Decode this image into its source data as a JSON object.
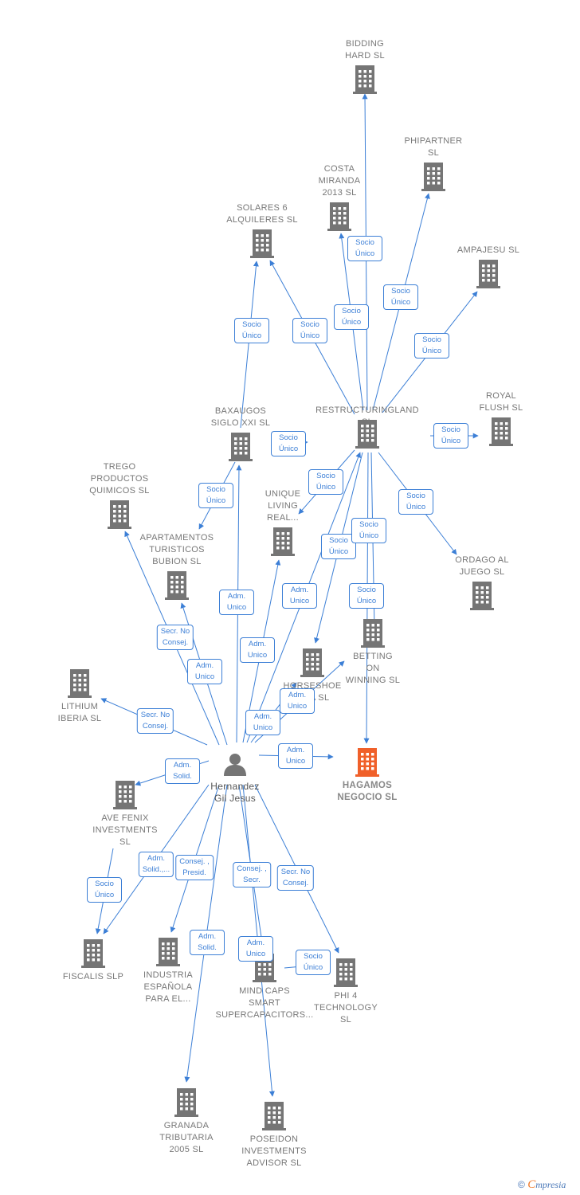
{
  "colors": {
    "edge": "#3c7fd6",
    "node": "#757575",
    "focus": "#f0602a"
  },
  "person": {
    "id": "person",
    "label": "Hernandez\nGil Jesus",
    "icon": "person-icon"
  },
  "nodes": [
    {
      "id": "bidding",
      "label": "BIDDING\nHARD  SL"
    },
    {
      "id": "phipartner",
      "label": "PHIPARTNER\nSL"
    },
    {
      "id": "costa",
      "label": "COSTA\nMIRANDA\n2013  SL"
    },
    {
      "id": "solares",
      "label": "SOLARES 6\nALQUILERES SL"
    },
    {
      "id": "ampajesu",
      "label": "AMPAJESU  SL"
    },
    {
      "id": "royal",
      "label": "ROYAL\nFLUSH  SL"
    },
    {
      "id": "restructuringland",
      "label": "RESTRUCTURINGLAND SL"
    },
    {
      "id": "baxaugos",
      "label": "BAXAUGOS\nSIGLO XXI SL"
    },
    {
      "id": "trego",
      "label": "TREGO\nPRODUCTOS\nQUIMICOS  SL"
    },
    {
      "id": "unique",
      "label": "UNIQUE\nLIVING\nREAL..."
    },
    {
      "id": "apartamentos",
      "label": "APARTAMENTOS\nTURISTICOS\nBUBION SL"
    },
    {
      "id": "ordago",
      "label": "ORDAGO AL\nJUEGO  SL"
    },
    {
      "id": "betting",
      "label": "BETTING\nON\nWINNING  SL"
    },
    {
      "id": "horseshoe",
      "label": "HORSESHOE\n...DA  SL"
    },
    {
      "id": "lithium",
      "label": "LITHIUM\nIBERIA  SL"
    },
    {
      "id": "hagamos",
      "label": "HAGAMOS\nNEGOCIO  SL",
      "focus": true
    },
    {
      "id": "avefenix",
      "label": "AVE FENIX\nINVESTMENTS\nSL"
    },
    {
      "id": "fiscalis",
      "label": "FISCALIS  SLP"
    },
    {
      "id": "industria",
      "label": "INDUSTRIA\nESPAÑOLA\nPARA EL..."
    },
    {
      "id": "mindcaps",
      "label": "MIND CAPS\nSMART\nSUPERCAPACITORS..."
    },
    {
      "id": "phi4",
      "label": "PHI 4\nTECHNOLOGY\nSL"
    },
    {
      "id": "granada",
      "label": "GRANADA\nTRIBUTARIA\n2005 SL"
    },
    {
      "id": "poseidon",
      "label": "POSEIDON\nINVESTMENTS\nADVISOR  SL"
    }
  ],
  "edges": [
    {
      "from": "restructuringland",
      "to": "bidding",
      "label": "Socio\nÚnico"
    },
    {
      "from": "restructuringland",
      "to": "phipartner",
      "label": "Socio\nÚnico"
    },
    {
      "from": "restructuringland",
      "to": "costa",
      "label": "Socio\nÚnico"
    },
    {
      "from": "restructuringland",
      "to": "solares",
      "label": "Socio\nÚnico"
    },
    {
      "from": "restructuringland",
      "to": "ampajesu",
      "label": "Socio\nÚnico"
    },
    {
      "from": "restructuringland",
      "to": "royal",
      "label": "Socio\nÚnico"
    },
    {
      "from": "restructuringland",
      "to": "unique",
      "label": "Socio\nÚnico"
    },
    {
      "from": "restructuringland",
      "to": "ordago",
      "label": "Socio\nÚnico"
    },
    {
      "from": "restructuringland",
      "to": "hagamos",
      "label": "Socio\nÚnico"
    },
    {
      "from": "restructuringland",
      "to": "horseshoe",
      "label": "Socio\nÚnico"
    },
    {
      "from": "restructuringland",
      "to": "betting",
      "label": "Socio\nÚnico"
    },
    {
      "from": "baxaugos",
      "to": "solares",
      "label": "Socio\nÚnico"
    },
    {
      "from": "baxaugos",
      "to": "restructuringland",
      "label": "Socio\nÚnico"
    },
    {
      "from": "baxaugos",
      "to": "apartamentos",
      "label": "Socio\nÚnico"
    },
    {
      "from": "person",
      "to": "baxaugos",
      "label": "Adm.\nUnico"
    },
    {
      "from": "person",
      "to": "unique",
      "label": "Adm.\nUnico"
    },
    {
      "from": "person",
      "to": "restructuringland",
      "label": "Adm.\nUnico"
    },
    {
      "from": "person",
      "to": "trego",
      "label": "Secr.  No\nConsej."
    },
    {
      "from": "person",
      "to": "apartamentos",
      "label": "Adm.\nUnico"
    },
    {
      "from": "person",
      "to": "horseshoe",
      "label": "Adm.\nUnico"
    },
    {
      "from": "person",
      "to": "betting",
      "label": "Adm.\nUnico"
    },
    {
      "from": "person",
      "to": "lithium",
      "label": "Secr.  No\nConsej."
    },
    {
      "from": "person",
      "to": "hagamos",
      "label": "Adm.\nUnico"
    },
    {
      "from": "person",
      "to": "avefenix",
      "label": "Adm.\nSolid."
    },
    {
      "from": "avefenix",
      "to": "fiscalis",
      "label": "Socio\nÚnico"
    },
    {
      "from": "person",
      "to": "fiscalis",
      "label": "Adm.\nSolid.,..."
    },
    {
      "from": "person",
      "to": "industria",
      "label": "Consej. ,\nPresid."
    },
    {
      "from": "person",
      "to": "mindcaps",
      "label": "Consej. ,\nSecr."
    },
    {
      "from": "person",
      "to": "phi4",
      "label": "Secr.  No\nConsej."
    },
    {
      "from": "person",
      "to": "granada",
      "label": "Adm.\nSolid."
    },
    {
      "from": "person",
      "to": "poseidon",
      "label": "Adm.\nUnico"
    },
    {
      "from": "mindcaps",
      "to": "phi4",
      "label": "Socio\nÚnico"
    }
  ],
  "footer": {
    "copyright": "©",
    "brand_initial": "C",
    "brand_rest": "mpresia"
  }
}
